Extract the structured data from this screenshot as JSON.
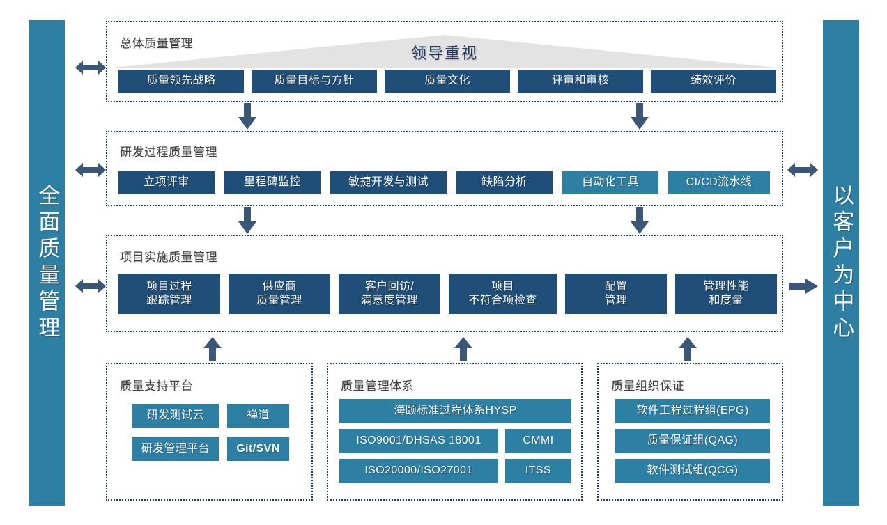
{
  "pillars": {
    "left": {
      "label": "全面质量管理",
      "color": "#2E7FA4"
    },
    "right": {
      "label": "以客户为中心",
      "color": "#2E7FA4"
    }
  },
  "colors": {
    "navy": "#1F4E79",
    "teal": "#2E7FA4",
    "frame": "#1F3864",
    "arrow": "#3A5777",
    "triangle": "#E3E3E3",
    "title_text": "#3F3F3F"
  },
  "sections": {
    "overall": {
      "title": "总体质量管理",
      "banner": "领导重视",
      "items": [
        {
          "label": "质量领先战略",
          "style": "navy"
        },
        {
          "label": "质量目标与方针",
          "style": "navy"
        },
        {
          "label": "质量文化",
          "style": "navy"
        },
        {
          "label": "评审和审核",
          "style": "navy"
        },
        {
          "label": "绩效评价",
          "style": "navy"
        }
      ]
    },
    "rnd": {
      "title": "研发过程质量管理",
      "items": [
        {
          "label": "立项评审",
          "style": "navy"
        },
        {
          "label": "里程碑监控",
          "style": "navy"
        },
        {
          "label": "敏捷开发与测试",
          "style": "navy"
        },
        {
          "label": "缺陷分析",
          "style": "navy"
        },
        {
          "label": "自动化工具",
          "style": "teal"
        },
        {
          "label": "CI/CD流水线",
          "style": "teal"
        }
      ]
    },
    "project": {
      "title": "项目实施质量管理",
      "items": [
        {
          "line1": "项目过程",
          "line2": "跟踪管理",
          "style": "navy"
        },
        {
          "line1": "供应商",
          "line2": "质量管理",
          "style": "navy"
        },
        {
          "line1": "客户回访/",
          "line2": "满意度管理",
          "style": "navy"
        },
        {
          "line1": "项目",
          "line2": "不符合项检查",
          "style": "navy"
        },
        {
          "line1": "配置",
          "line2": "管理",
          "style": "navy"
        },
        {
          "line1": "管理性能",
          "line2": "和度量",
          "style": "navy"
        }
      ]
    },
    "platform": {
      "title": "质量支持平台",
      "items": [
        {
          "label": "研发测试云",
          "style": "teal"
        },
        {
          "label": "禅道",
          "style": "teal"
        },
        {
          "label": "研发管理平台",
          "style": "teal"
        },
        {
          "label": "Git/SVN",
          "style": "teal"
        }
      ]
    },
    "system": {
      "title": "质量管理体系",
      "items": [
        {
          "label": "海颐标准过程体系HYSP",
          "style": "teal"
        },
        {
          "label": "ISO9001/DHSAS 18001",
          "style": "teal"
        },
        {
          "label": "CMMI",
          "style": "teal"
        },
        {
          "label": "ISO20000/ISO27001",
          "style": "teal"
        },
        {
          "label": "ITSS",
          "style": "teal"
        }
      ]
    },
    "organization": {
      "title": "质量组织保证",
      "items": [
        {
          "label": "软件工程过程组(EPG)",
          "style": "teal"
        },
        {
          "label": "质量保证组(QAG)",
          "style": "teal"
        },
        {
          "label": "软件测试组(QCG)",
          "style": "teal"
        }
      ]
    }
  },
  "connectors": {
    "left": [
      "double-arrow-left-overall",
      "double-arrow-left-rnd",
      "double-arrow-left-project"
    ],
    "right": [
      "double-arrow-right-rnd",
      "arrow-right-project"
    ],
    "down": [
      "down-arrow-overall-to-rnd-a",
      "down-arrow-overall-to-rnd-b",
      "down-arrow-rnd-to-project-a",
      "down-arrow-rnd-to-project-b"
    ],
    "up": [
      "up-arrow-platform",
      "up-arrow-system",
      "up-arrow-organization"
    ]
  }
}
